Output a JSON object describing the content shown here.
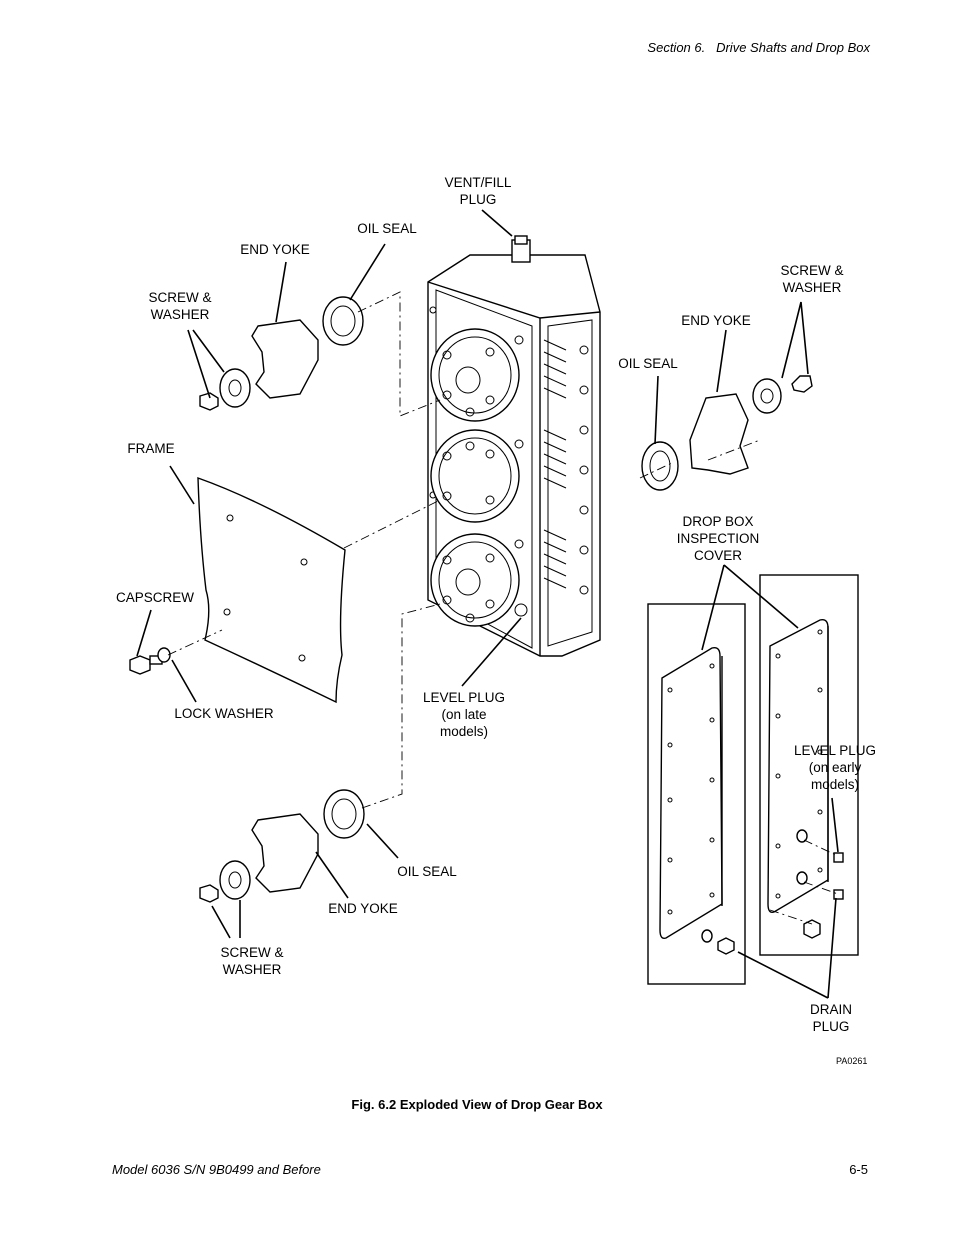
{
  "header": {
    "section": "Section 6.",
    "title": "Drive Shafts and Drop Box"
  },
  "figure": {
    "caption": "Fig. 6.2 Exploded View of Drop Gear Box",
    "code": "PA0261",
    "labels": {
      "vent_fill_plug": [
        "VENT/FILL",
        "PLUG"
      ],
      "oil_seal_top": "OIL SEAL",
      "end_yoke_top": "END YOKE",
      "screw_washer_top_left": [
        "SCREW &",
        "WASHER"
      ],
      "frame": "FRAME",
      "capscrew": "CAPSCREW",
      "lock_washer": "LOCK WASHER",
      "level_plug_late": [
        "LEVEL PLUG",
        "(on late",
        "models)"
      ],
      "screw_washer_right": [
        "SCREW &",
        "WASHER"
      ],
      "end_yoke_right": "END YOKE",
      "oil_seal_right": "OIL SEAL",
      "drop_box_cover": [
        "DROP BOX",
        "INSPECTION",
        "COVER"
      ],
      "level_plug_early": [
        "LEVEL PLUG",
        "(on early",
        "models)"
      ],
      "oil_seal_bottom": "OIL SEAL",
      "end_yoke_bottom": "END YOKE",
      "screw_washer_bottom": [
        "SCREW &",
        "WASHER"
      ],
      "drain_plug": [
        "DRAIN",
        "PLUG"
      ]
    }
  },
  "footer": {
    "model": "Model 6036 S/N 9B0499 and Before",
    "page": "6-5"
  }
}
